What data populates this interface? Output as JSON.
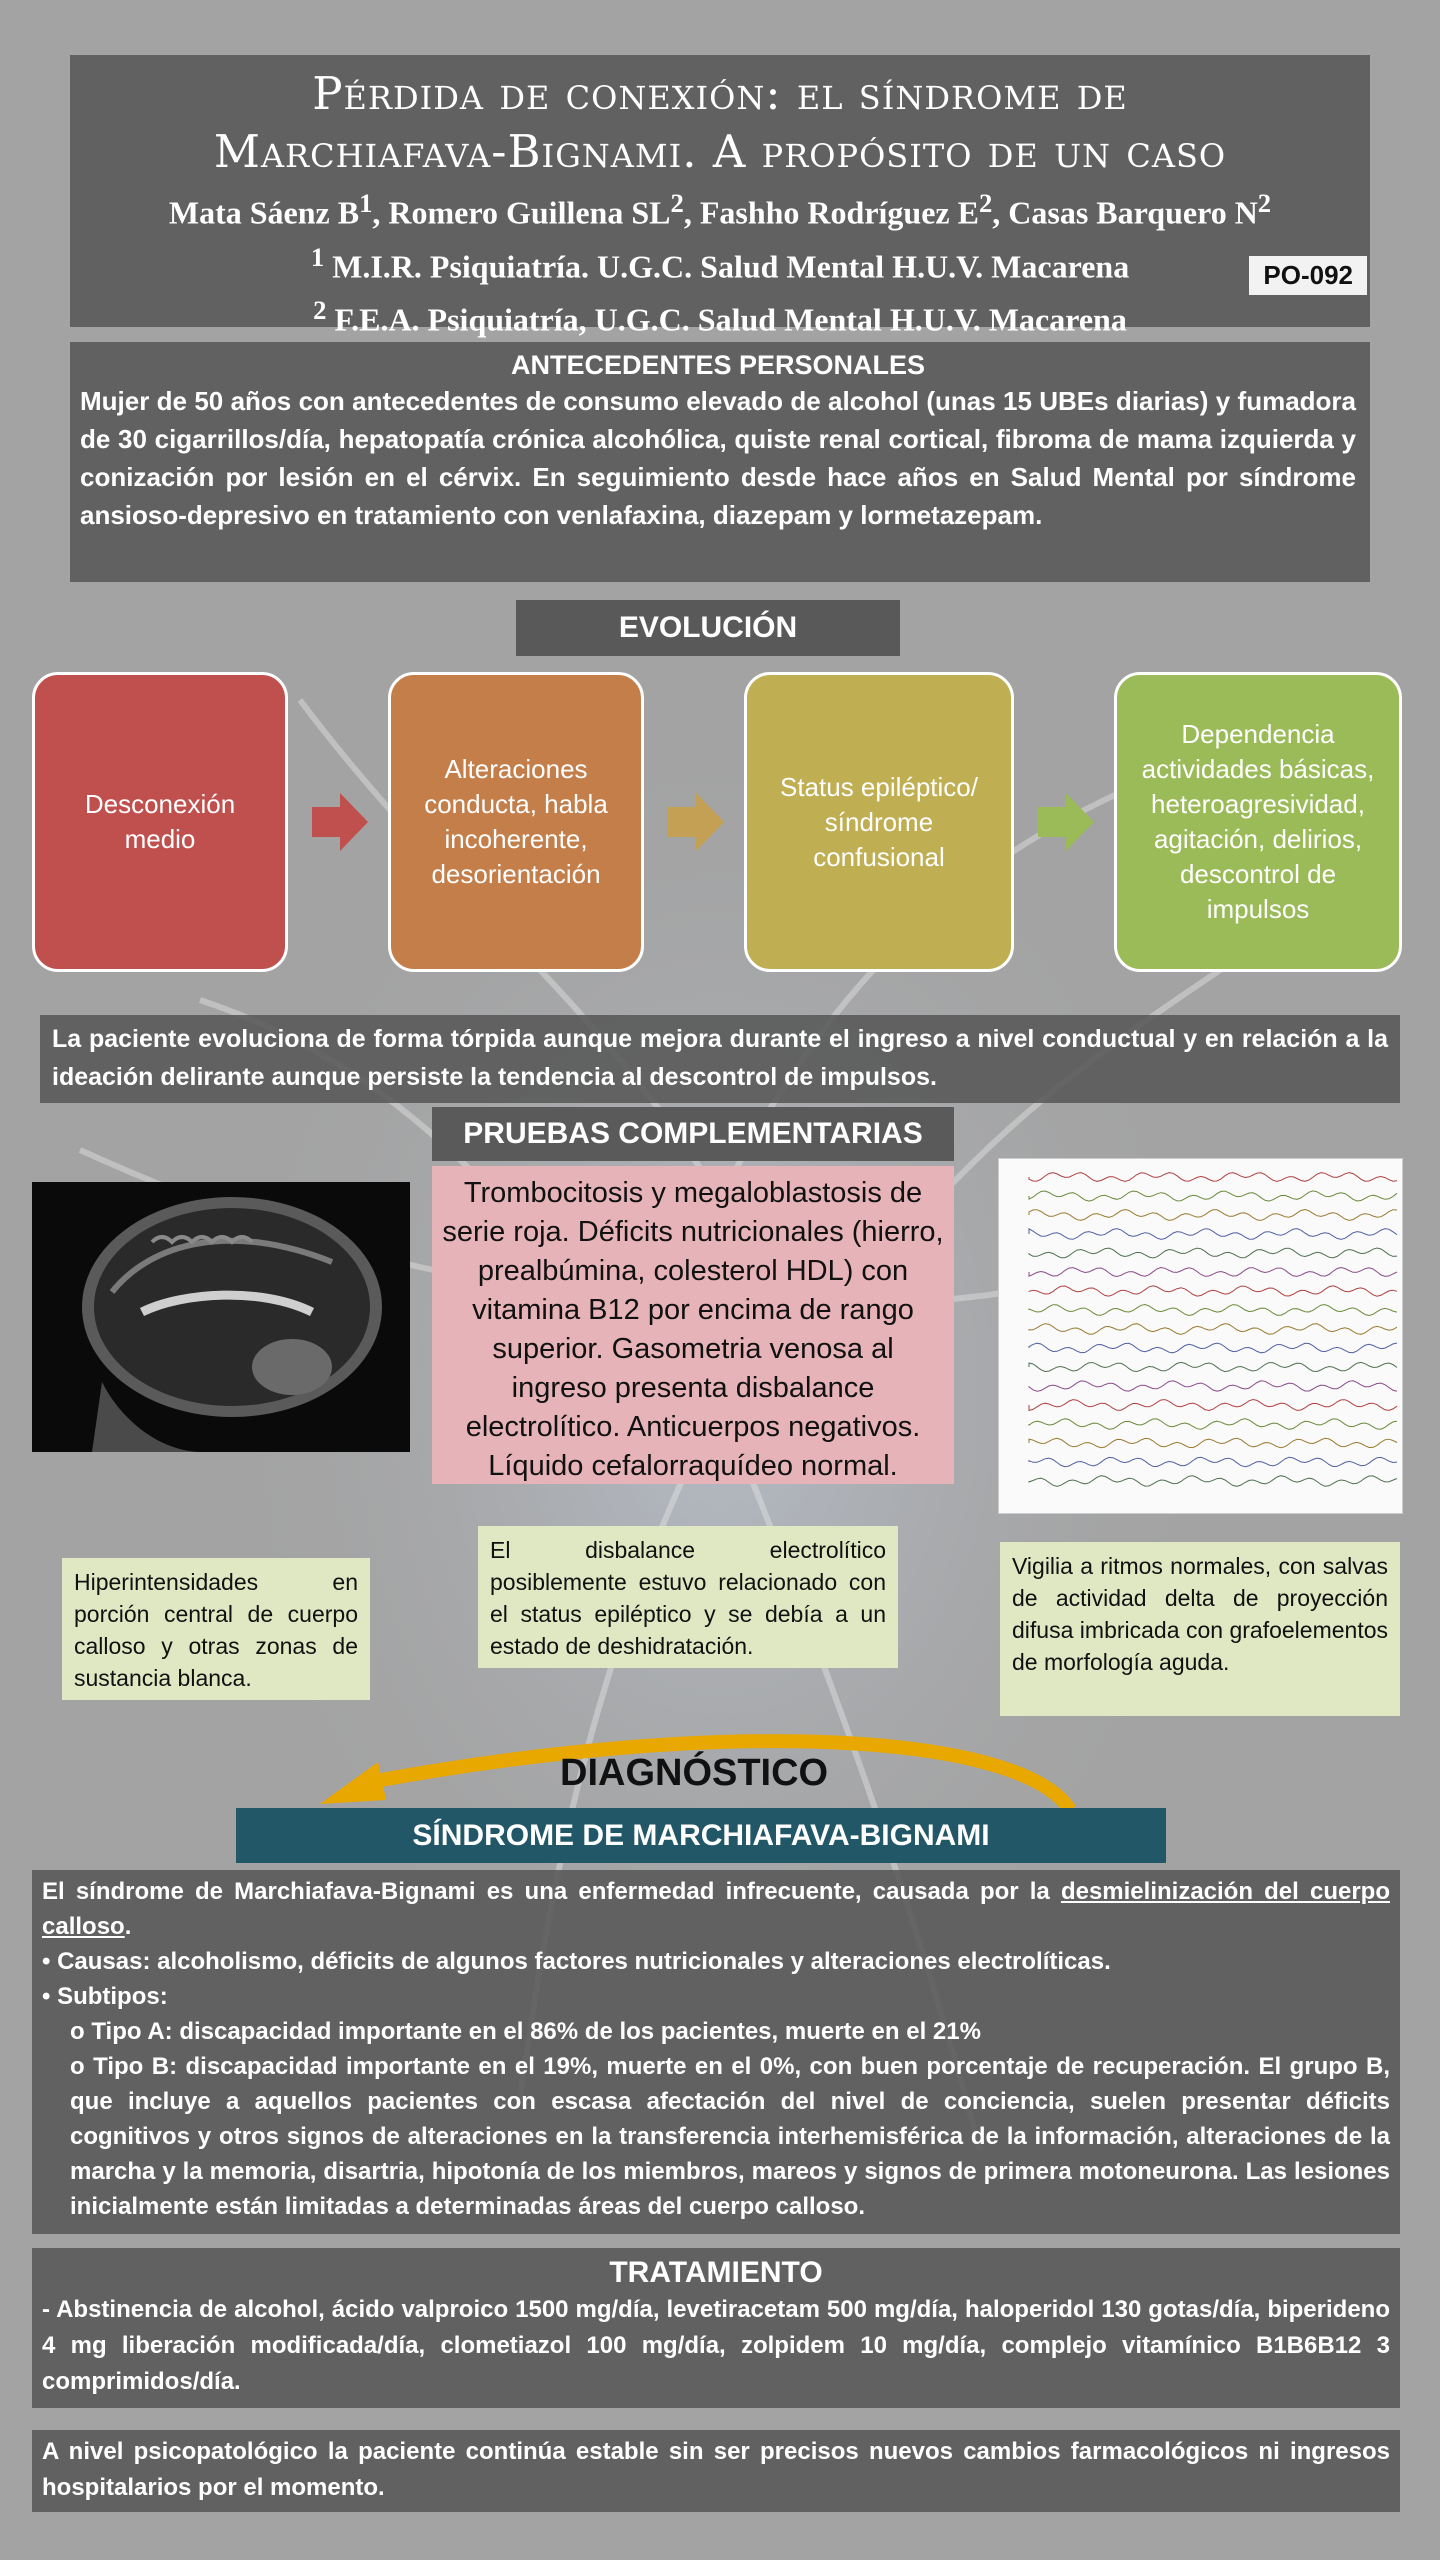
{
  "header": {
    "title_line1": "Pérdida de conexión: el síndrome de",
    "title_line2": "Marchiafava-Bignami. A propósito de un caso",
    "authors": {
      "a1": "Mata Sáenz B",
      "a1_sup": "1",
      "a2": ", Romero Guillena SL",
      "a2_sup": "2",
      "a3": ", Fashho Rodríguez E",
      "a3_sup": "2",
      "a4": ", Casas Barquero N",
      "a4_sup": "2"
    },
    "aff1_sup": "1",
    "aff1": " M.I.R. Psiquiatría. U.G.C. Salud Mental H.U.V. Macarena",
    "aff2_sup": "2",
    "aff2": " F.E.A. Psiquiatría, U.G.C. Salud Mental H.U.V. Macarena",
    "code": "PO-092"
  },
  "antecedentes": {
    "title": "ANTECEDENTES PERSONALES",
    "text": "Mujer de 50 años con antecedentes de consumo elevado de alcohol (unas 15 UBEs diarias) y fumadora de 30 cigarrillos/día, hepatopatía crónica alcohólica, quiste renal cortical, fibroma de mama izquierda y conización por lesión en el cérvix. En seguimiento desde hace años en Salud Mental por síndrome ansioso-depresivo en tratamiento con venlafaxina, diazepam y lormetazepam."
  },
  "evolucion": {
    "title": "EVOLUCIÓN",
    "steps": [
      {
        "label": "Desconexión medio",
        "color": "#c0504d"
      },
      {
        "label": "Alteraciones conducta, habla incoherente, desorientación",
        "color": "#c47e4a"
      },
      {
        "label": "Status epiléptico/ síndrome confusional",
        "color": "#bfae52"
      },
      {
        "label": "Dependencia actividades básicas, heteroagresividad, agitación, delirios, descontrol de impulsos",
        "color": "#9bbb59"
      }
    ],
    "summary": "La paciente evoluciona de forma tórpida aunque mejora durante el ingreso a nivel conductual y en relación a la ideación delirante aunque persiste la tendencia al descontrol de impulsos."
  },
  "pruebas": {
    "title": "PRUEBAS COMPLEMENTARIAS",
    "lab": "Trombocitosis y megaloblastosis de serie roja. Déficits nutricionales (hierro, prealbúmina, colesterol HDL) con vitamina B12 por encima de rango superior. Gasometria venosa al ingreso presenta disbalance electrolítico.  Anticuerpos negativos. Líquido cefalorraquídeo normal.",
    "mri_note": "Hiperintensidades en porción central de cuerpo calloso y otras zonas de sustancia blanca.",
    "electro_note": "El disbalance electrolítico posiblemente estuvo relacionado con el status epiléptico y se debía a un estado de deshidratación.",
    "eeg_note": "Vigilia a ritmos normales, con salvas de actividad delta de proyección difusa imbricada con grafoelementos de morfología aguda."
  },
  "diagnostico": {
    "title": "DIAGNÓSTICO",
    "name": "SÍNDROME DE MARCHIAFAVA-BIGNAMI",
    "intro": "El síndrome de Marchiafava-Bignami es una enfermedad infrecuente, causada por la ",
    "intro_link": "desmielinización del cuerpo calloso",
    "intro_end": ".",
    "causas": "• Causas: alcoholismo, déficits de algunos factores nutricionales y alteraciones electrolíticas.",
    "subtipos": "• Subtipos:",
    "tipo_a": "o   Tipo A: discapacidad importante en el 86% de los pacientes, muerte en el 21%",
    "tipo_b": "o   Tipo B: discapacidad importante en el 19%, muerte en el 0%, con buen porcentaje de recuperación. El grupo B, que incluye a aquellos pacientes con escasa afectación del nivel de conciencia, suelen presentar déficits cognitivos y otros signos de alteraciones en la transferencia interhemisférica de la información, alteraciones de la marcha y la memoria, disartria, hipotonía de los miembros, mareos y signos de primera motoneurona. Las lesiones inicialmente están limitadas a determinadas áreas del cuerpo calloso."
  },
  "tratamiento": {
    "title": "TRATAMIENTO",
    "text": "- Abstinencia de alcohol, ácido valproico 1500 mg/día, levetiracetam 500 mg/día, haloperidol 130 gotas/día, biperideno 4 mg liberación modificada/día, clometiazol 100 mg/día, zolpidem 10 mg/día, complejo vitamínico B1B6B12 3 comprimidos/día."
  },
  "final": {
    "text": "A nivel psicopatológico la paciente continúa estable sin ser precisos nuevos cambios farmacológicos ni ingresos hospitalarios por el momento."
  },
  "colors": {
    "background": "#a3a3a3",
    "panel": "#585858",
    "diagnosis_bar": "#215766",
    "note_green": "#dfe7c3",
    "lab_pink": "#e6b4b8",
    "curved_arrow": "#e8a800"
  }
}
